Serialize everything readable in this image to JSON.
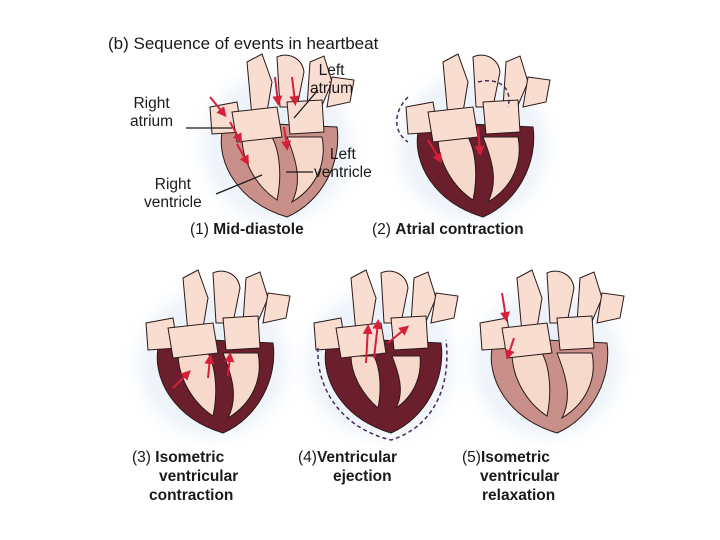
{
  "title": "(b) Sequence of events in heartbeat",
  "labels": {
    "right_atrium": [
      "Right",
      "atrium"
    ],
    "left_atrium": [
      "Left",
      "atrium"
    ],
    "left_ventricle": [
      "Left",
      "ventricle"
    ],
    "right_ventricle": [
      "Right",
      "ventricle"
    ]
  },
  "captions": [
    {
      "num": "(1)",
      "lines": [
        "Mid-diastole"
      ]
    },
    {
      "num": "(2)",
      "lines": [
        "Atrial contraction"
      ]
    },
    {
      "num": "(3)",
      "lines": [
        "Isometric",
        "ventricular",
        "contraction"
      ]
    },
    {
      "num": "(4)",
      "lines": [
        "Ventricular",
        "ejection"
      ]
    },
    {
      "num": "(5)",
      "lines": [
        "Isometric",
        "ventricular",
        "relaxation"
      ]
    }
  ],
  "colors": {
    "vessel": "#f9ddd0",
    "vessel_stroke": "#2a1a1a",
    "myocardium_relaxed": "#c99089",
    "myocardium_contracted": "#6b1f2c",
    "chamber": "#f7d9cc",
    "arrow": "#d6203a",
    "halo": "#cfe0f0",
    "dashed_outline": "#4a2a5a"
  }
}
